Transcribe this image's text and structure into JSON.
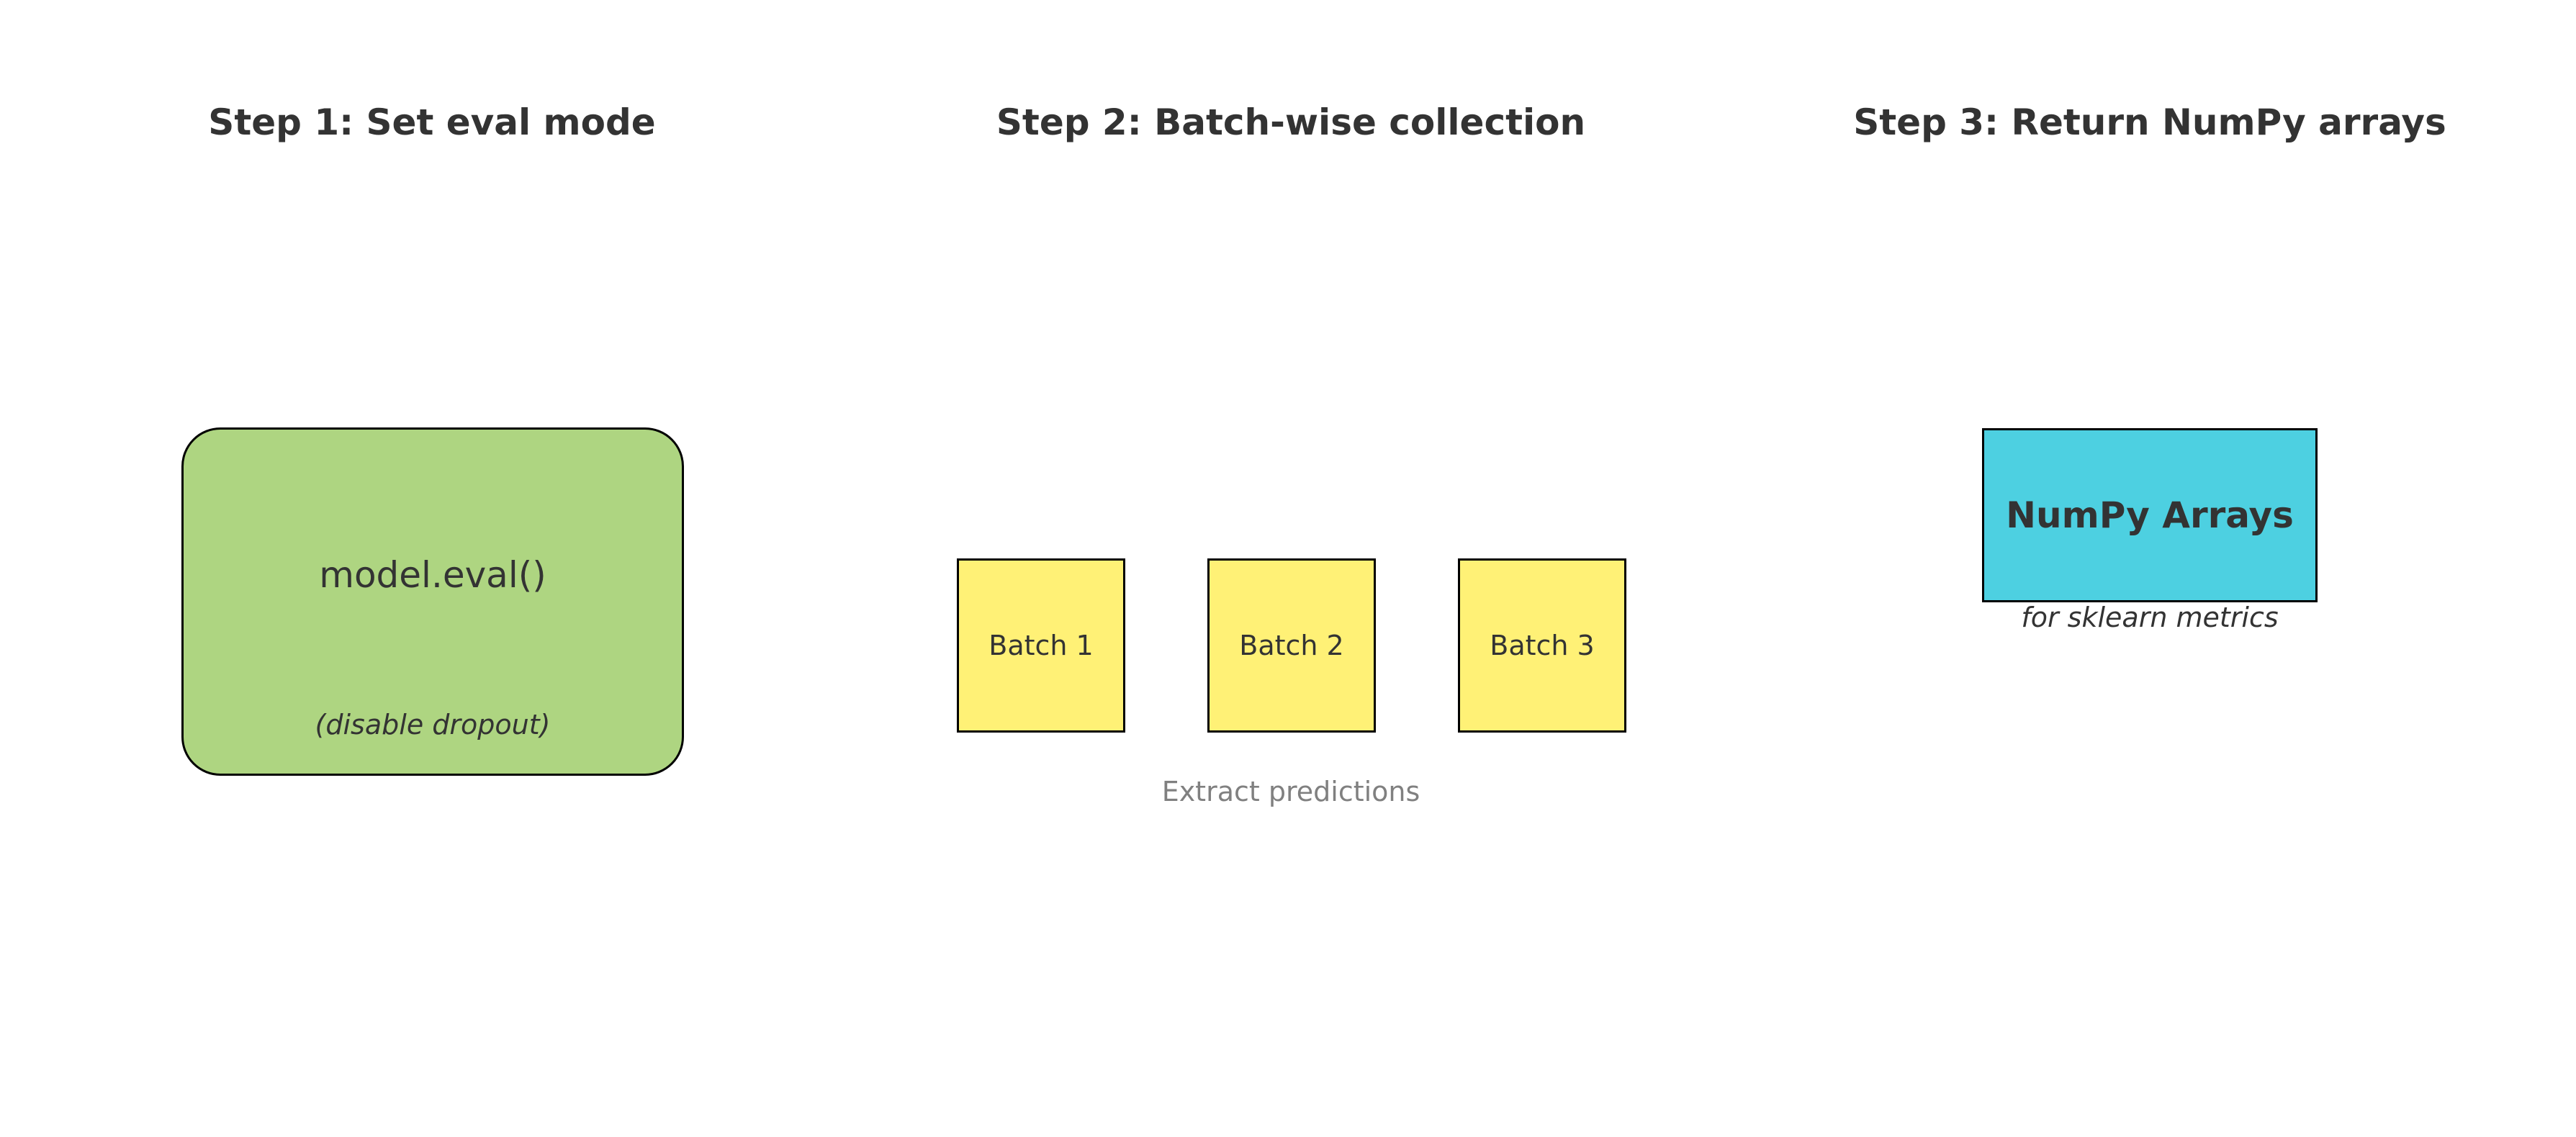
{
  "steps": [
    {
      "title": "Step 1: Set eval mode"
    },
    {
      "title": "Step 2: Batch-wise collection"
    },
    {
      "title": "Step 3: Return NumPy arrays"
    }
  ],
  "eval_box": {
    "code": "model.eval()",
    "note": "(disable dropout)",
    "fill": "#aed581"
  },
  "batches": [
    {
      "label": "Batch 1"
    },
    {
      "label": "Batch 2"
    },
    {
      "label": "Batch 3"
    }
  ],
  "batch_fill": "#fff176",
  "batch_caption": "Extract predictions",
  "numpy_box": {
    "label": "NumPy Arrays",
    "note": "for sklearn metrics",
    "fill": "#4dd0e1"
  },
  "colors": {
    "text": "#333333",
    "caption": "#808080",
    "border": "#000000"
  }
}
